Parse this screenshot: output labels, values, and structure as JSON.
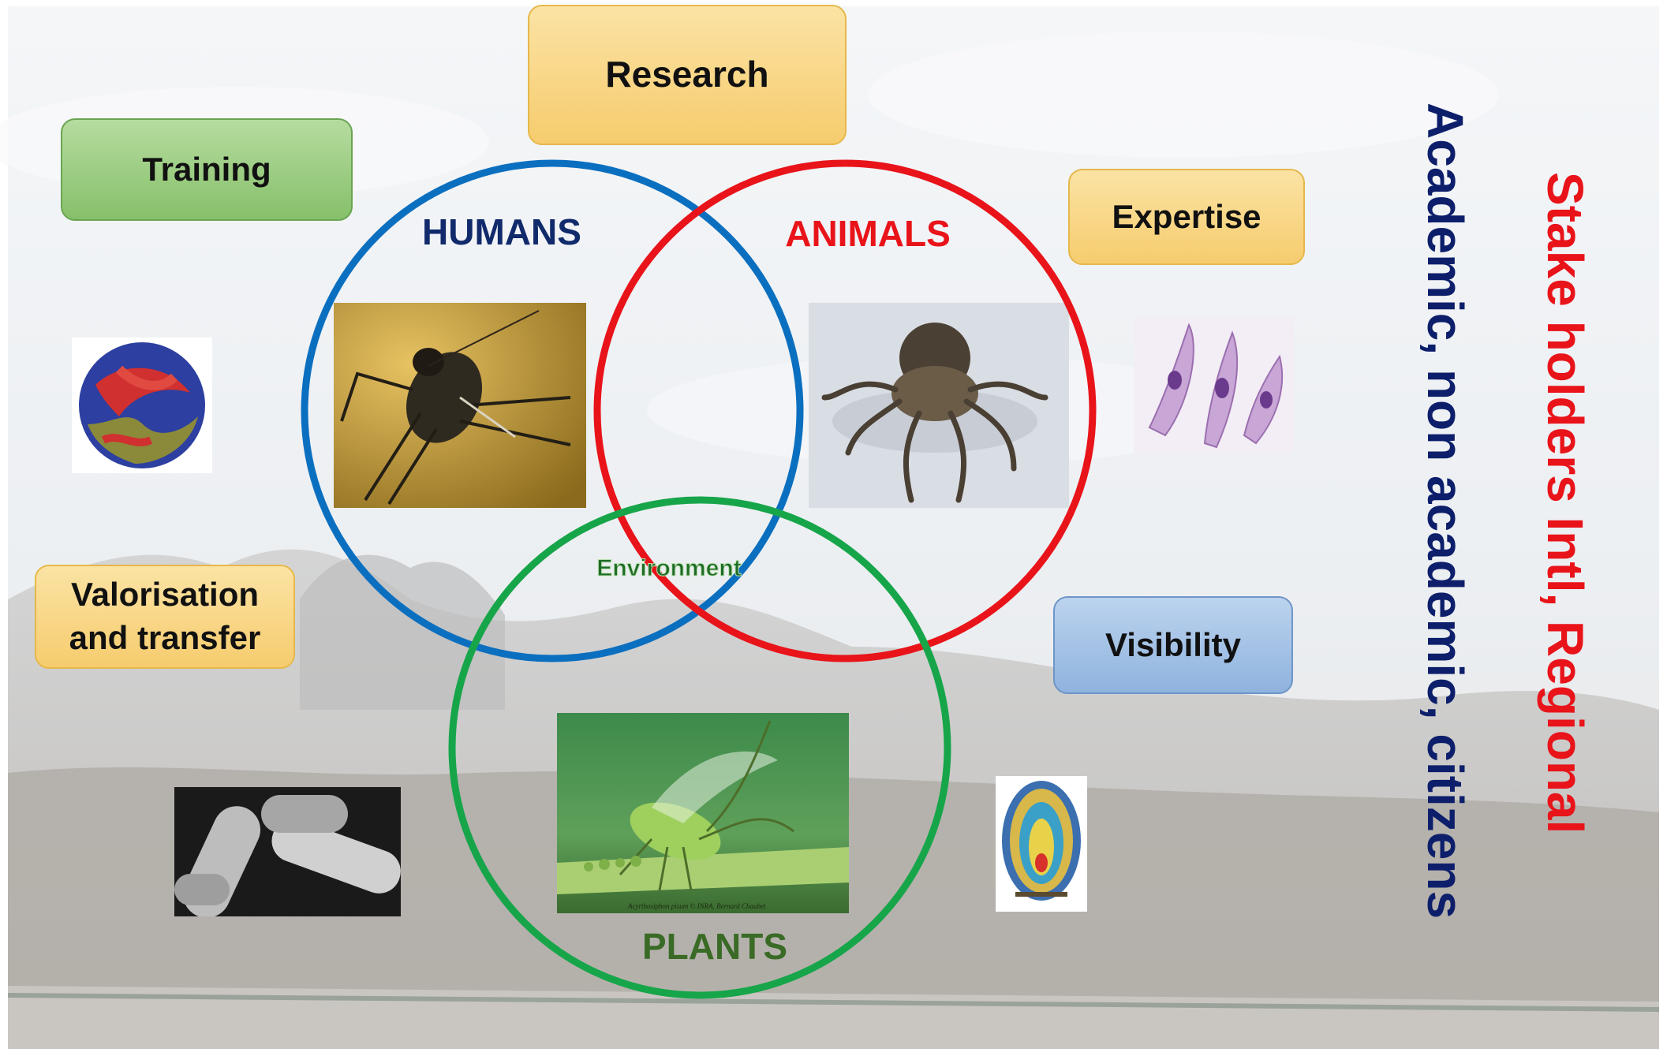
{
  "boxes": {
    "research": "Research",
    "training": "Training",
    "expertise": "Expertise",
    "valorisation": "Valorisation and transfer",
    "visibility": "Visibility"
  },
  "circles": {
    "humans": "HUMANS",
    "animals": "ANIMALS",
    "plants": "PLANTS",
    "environment": "Environment"
  },
  "side_text": {
    "academic": "Academic, non academic, citizens",
    "stakeholders": "Stake holders Intl, Regional"
  },
  "photo_caption": "Acyrthosiphon pisum © INRA, Bernard Chaubet",
  "colors": {
    "humans": "#0b6fc0",
    "animals": "#e8141a",
    "plants": "#17a54a",
    "humans_label": "#102a6b",
    "animals_label": "#e8141a",
    "plants_label": "#3a6b26",
    "academic": "#0d1f6b",
    "stakeholders": "#e8141a"
  },
  "icons": [
    "virus-icon",
    "parasite-icon",
    "bacteria-icon",
    "seed-icon",
    "mosquito-image",
    "tick-image",
    "aphid-image"
  ]
}
